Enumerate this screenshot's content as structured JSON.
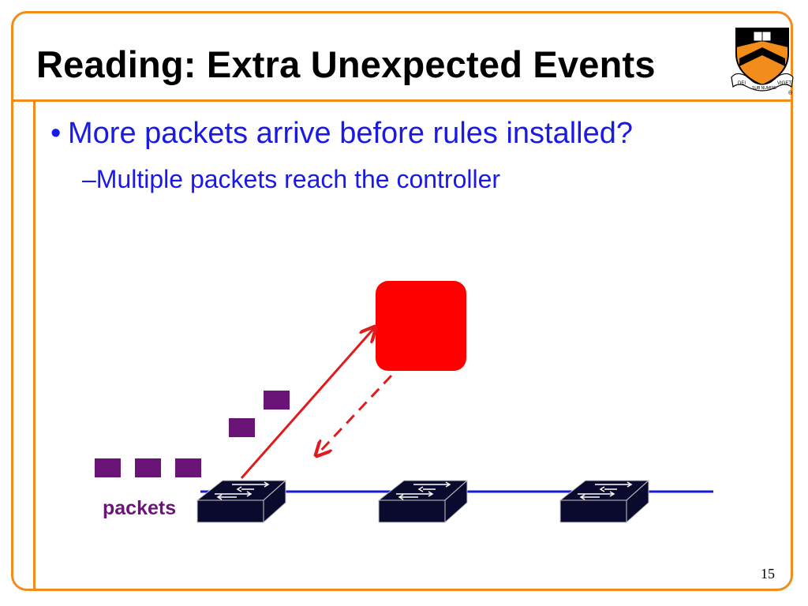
{
  "slide": {
    "title": "Reading: Extra Unexpected Events",
    "bullet": "More packets arrive before rules installed?",
    "bullet_marker": "•",
    "sub_marker": "–",
    "sub_bullet": "Multiple packets reach the controller",
    "packets_label": "packets",
    "page_number": "15"
  },
  "crest": {
    "motto_left": "DEI",
    "motto_center": "SUB NUMINE",
    "motto_right": "VIGET",
    "mark": "®"
  },
  "colors": {
    "accent": "#f28c1a",
    "bullet_text": "#1a1ae6",
    "controller": "#ff0000",
    "packet": "#6b1478",
    "switch": "#0a0a2e",
    "link": "#1a1ad9",
    "arrow": "#e01b1b"
  }
}
